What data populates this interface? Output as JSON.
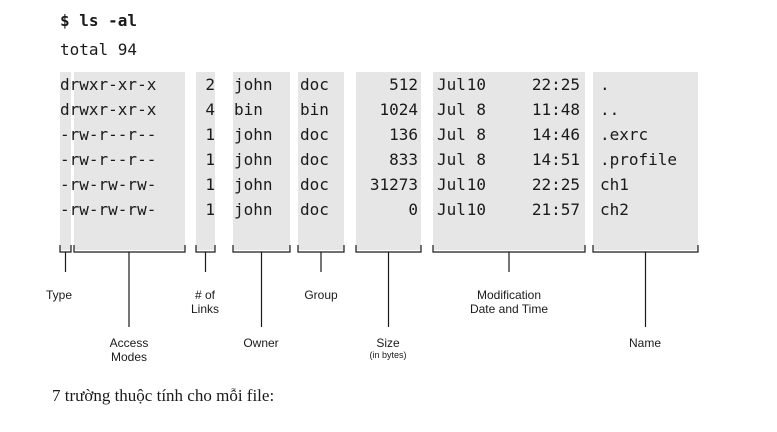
{
  "command": "$ ls -al",
  "total": "total 94",
  "rows": [
    {
      "perm": "drwxr-xr-x",
      "links": "2",
      "owner": "john",
      "group": "doc",
      "size": "512",
      "month": "Jul",
      "day": "10",
      "time": "22:25",
      "name": "."
    },
    {
      "perm": "drwxr-xr-x",
      "links": "4",
      "owner": "bin",
      "group": "bin",
      "size": "1024",
      "month": "Jul",
      "day": "8",
      "time": "11:48",
      "name": ".."
    },
    {
      "perm": "-rw-r--r--",
      "links": "1",
      "owner": "john",
      "group": "doc",
      "size": "136",
      "month": "Jul",
      "day": "8",
      "time": "14:46",
      "name": ".exrc"
    },
    {
      "perm": "-rw-r--r--",
      "links": "1",
      "owner": "john",
      "group": "doc",
      "size": "833",
      "month": "Jul",
      "day": "8",
      "time": "14:51",
      "name": ".profile"
    },
    {
      "perm": "-rw-rw-rw-",
      "links": "1",
      "owner": "john",
      "group": "doc",
      "size": "31273",
      "month": "Jul",
      "day": "10",
      "time": "22:25",
      "name": "ch1"
    },
    {
      "perm": "-rw-rw-rw-",
      "links": "1",
      "owner": "john",
      "group": "doc",
      "size": "0",
      "month": "Jul",
      "day": "10",
      "time": "21:57",
      "name": "ch2"
    }
  ],
  "labels": {
    "type": "Type",
    "access_modes": "Access\nModes",
    "links": "# of\nLinks",
    "owner": "Owner",
    "group": "Group",
    "size": "Size",
    "size_note": "(in bytes)",
    "modification": "Modification\nDate and Time",
    "name": "Name"
  },
  "caption": "7 trường thuộc tính cho mỗi file:"
}
